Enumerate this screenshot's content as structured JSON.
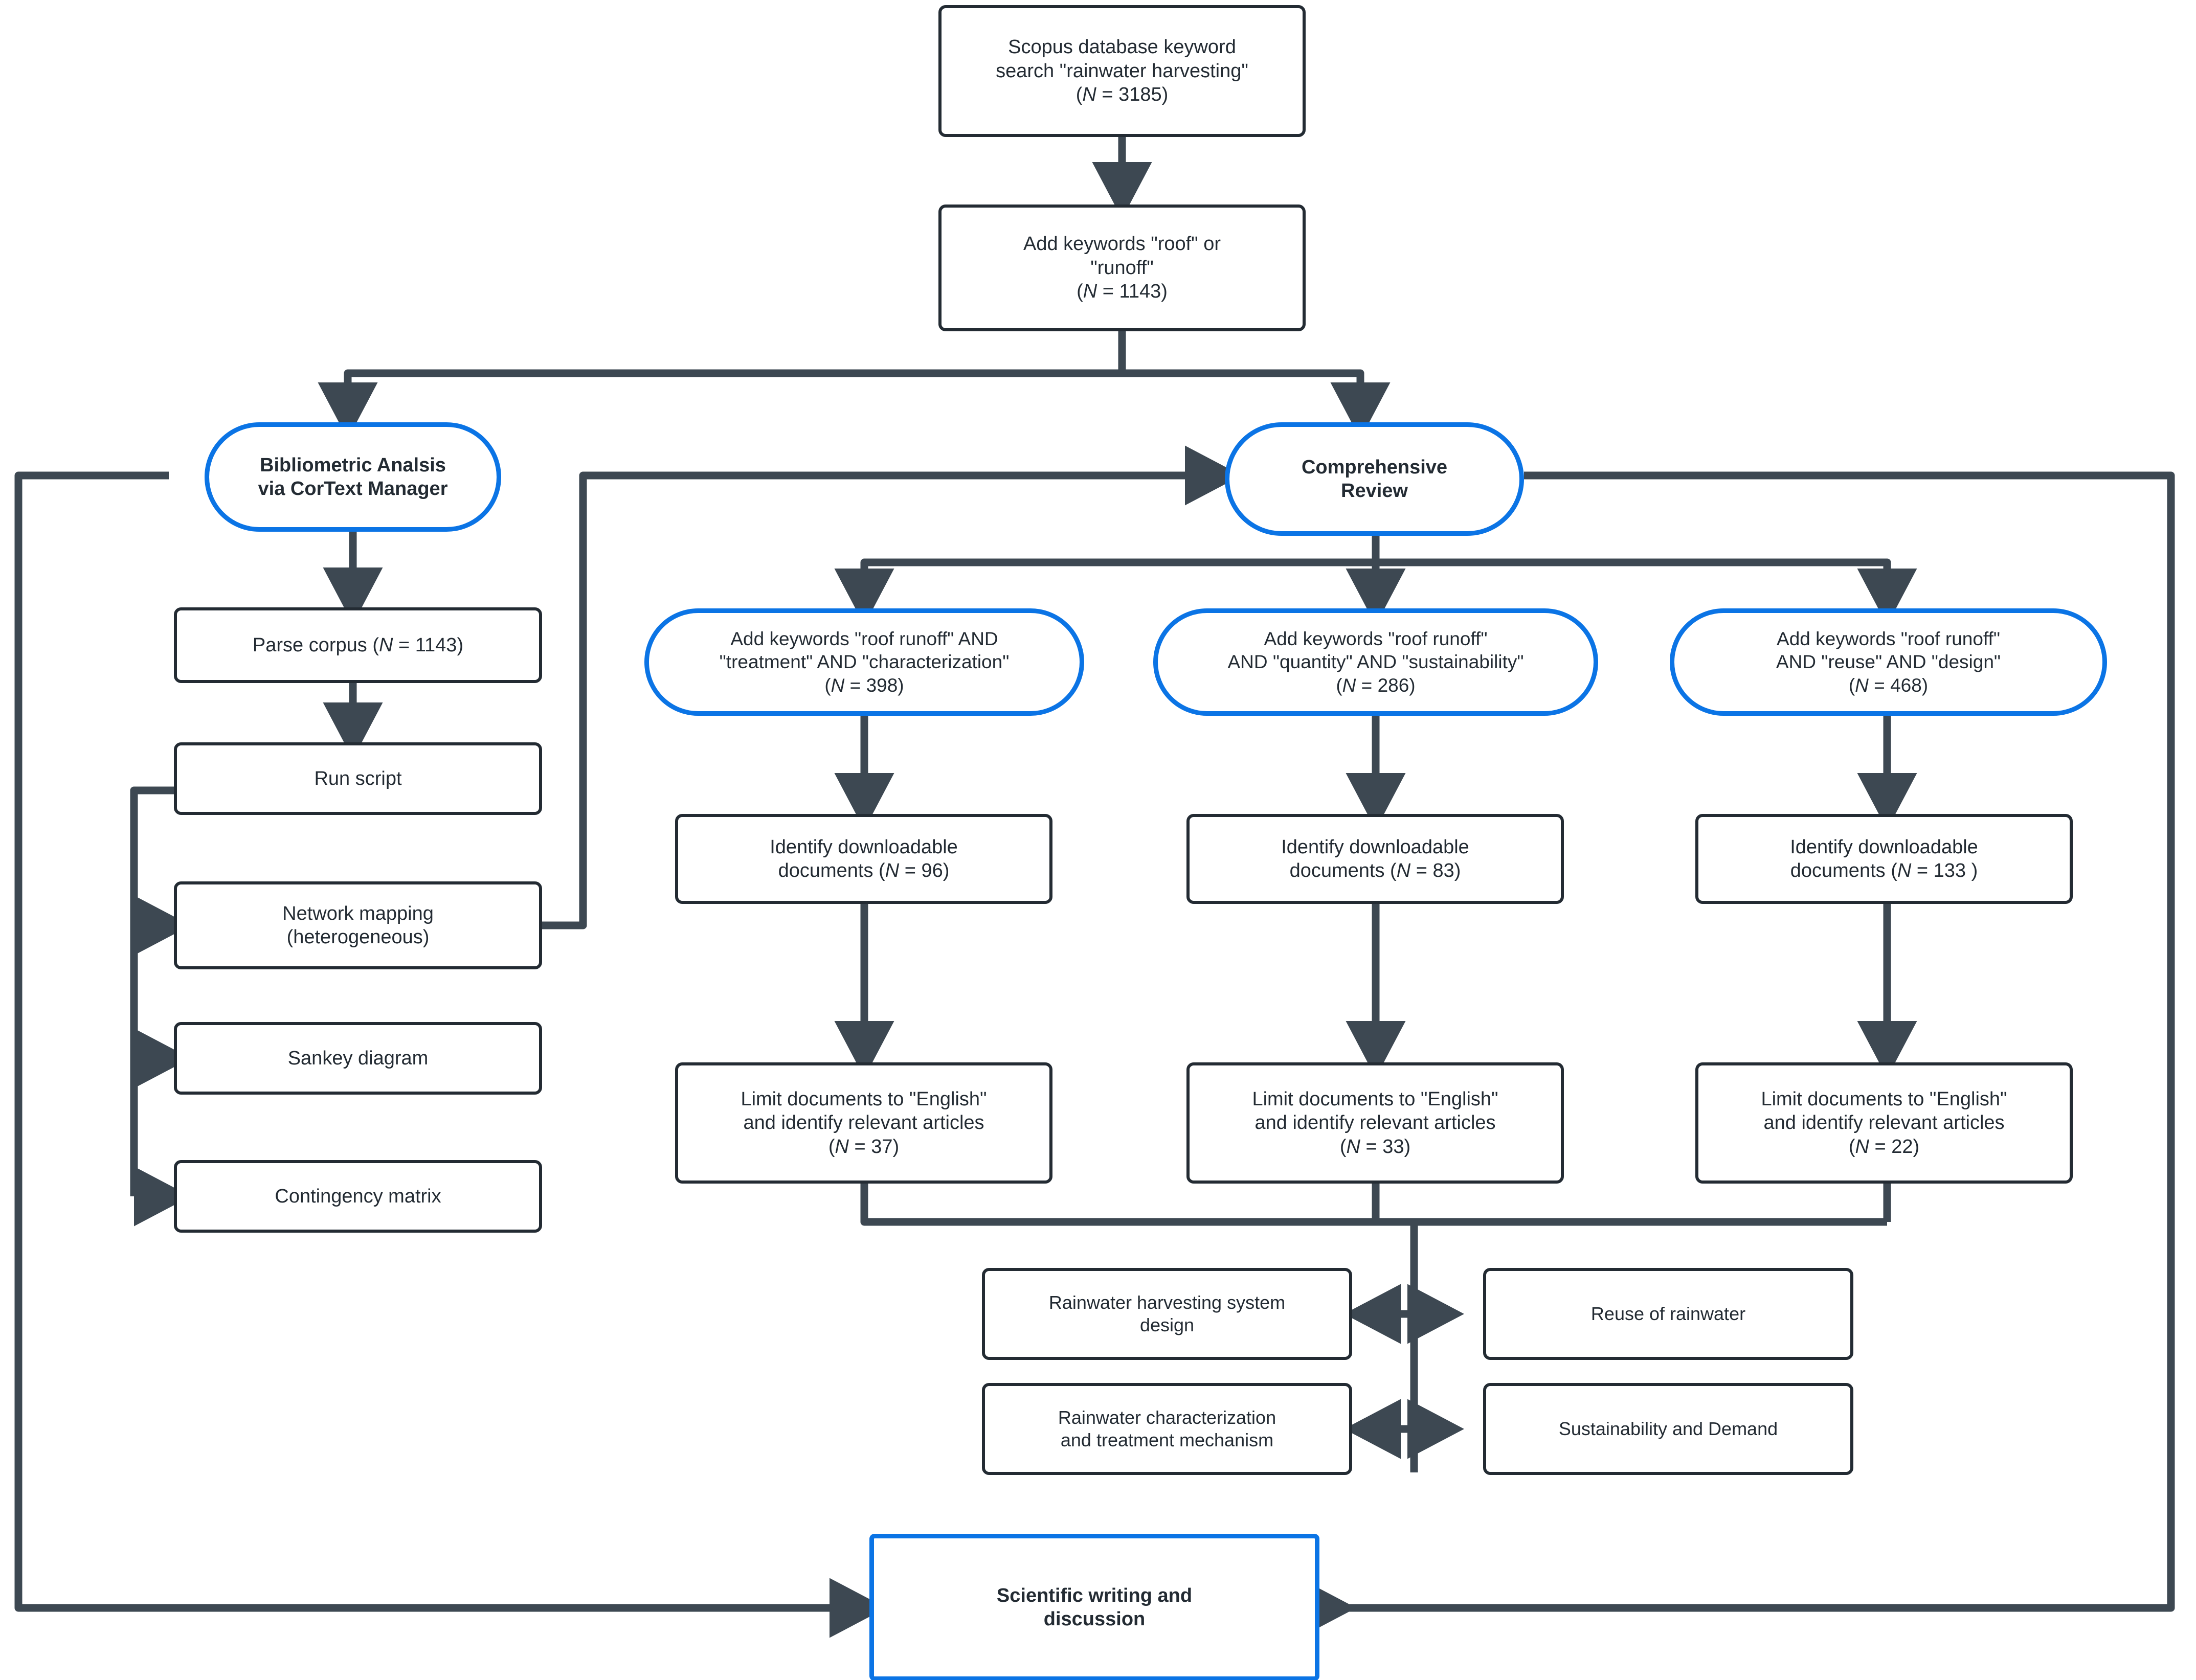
{
  "diagram": {
    "title": "Rainwater harvesting literature review methodology flowchart",
    "colors": {
      "node_stroke": "#232b33",
      "accent_stroke": "#0b74e5",
      "edge": "#3d4852",
      "background": "#ffffff",
      "text": "#232b33"
    }
  },
  "nodes": {
    "scopus_search": {
      "line1": "Scopus database keyword",
      "line2": "search \"rainwater harvesting\"",
      "n_prefix": "(",
      "n_symbol": "N",
      "n_value": " = 3185)"
    },
    "add_roof_runoff": {
      "line1": "Add keywords \"roof\" or",
      "line2": "\"runoff\"",
      "n_prefix": "(",
      "n_symbol": "N",
      "n_value": " = 1143)"
    },
    "bibliometric": {
      "line1": "Bibliometric Analsis",
      "line2": "via CorText Manager"
    },
    "comprehensive_review": {
      "line1": "Comprehensive",
      "line2": "Review"
    },
    "parse_corpus": {
      "text_a": "Parse corpus (",
      "n_symbol": "N",
      "text_b": " = 1143)"
    },
    "run_script": {
      "label": "Run script"
    },
    "network_mapping": {
      "line1": "Network mapping",
      "line2": "(heterogeneous)"
    },
    "sankey": {
      "label": "Sankey diagram"
    },
    "contingency": {
      "label": "Contingency matrix"
    },
    "kw_treatment": {
      "line1": "Add keywords \"roof runoff\" AND",
      "line2": "\"treatment\" AND \"characterization\"",
      "n_prefix": "(",
      "n_symbol": "N",
      "n_value": " = 398)"
    },
    "kw_quantity": {
      "line1": "Add keywords \"roof runoff\"",
      "line2": "AND \"quantity\" AND \"sustainability\"",
      "n_prefix": "(",
      "n_symbol": "N",
      "n_value": " = 286)"
    },
    "kw_reuse": {
      "line1": "Add keywords \"roof runoff\"",
      "line2": "AND \"reuse\" AND \"design\"",
      "n_prefix": "(",
      "n_symbol": "N",
      "n_value": " = 468)"
    },
    "downloadable_1": {
      "line1": "Identify downloadable",
      "text_a": "documents (",
      "n_symbol": "N",
      "text_b": " = 96)"
    },
    "downloadable_2": {
      "line1": "Identify downloadable",
      "text_a": "documents (",
      "n_symbol": "N",
      "text_b": " = 83)"
    },
    "downloadable_3": {
      "line1": "Identify downloadable",
      "text_a": "documents (",
      "n_symbol": "N",
      "text_b": " = 133 )"
    },
    "limit_1": {
      "line1": "Limit documents to \"English\"",
      "line2": "and identify relevant articles",
      "n_prefix": "(",
      "n_symbol": "N",
      "n_value": " = 37)"
    },
    "limit_2": {
      "line1": "Limit documents to \"English\"",
      "line2": "and identify relevant articles",
      "n_prefix": "(",
      "n_symbol": "N",
      "n_value": " = 33)"
    },
    "limit_3": {
      "line1": "Limit documents to \"English\"",
      "line2": "and identify relevant articles",
      "n_prefix": "(",
      "n_symbol": "N",
      "n_value": " = 22)"
    },
    "theme_design": {
      "line1": "Rainwater harvesting system",
      "line2": "design"
    },
    "theme_reuse": {
      "label": "Reuse of rainwater"
    },
    "theme_characterization": {
      "line1": "Rainwater characterization",
      "line2": "and treatment mechanism"
    },
    "theme_sustainability": {
      "label": "Sustainability and Demand"
    },
    "scientific_writing": {
      "line1": "Scientific writing and",
      "line2": "discussion"
    }
  },
  "chart_data": {
    "type": "diagram",
    "title": "Rainwater harvesting review methodology",
    "flow_counts": {
      "scopus_initial": 3185,
      "after_roof_runoff": 1143,
      "parse_corpus": 1143,
      "treatment_characterization": 398,
      "quantity_sustainability": 286,
      "reuse_design": 468,
      "downloadable_treatment": 96,
      "downloadable_quantity": 83,
      "downloadable_reuse": 133,
      "english_treatment": 37,
      "english_quantity": 33,
      "english_reuse": 22
    },
    "edges": [
      "scopus_search -> add_roof_runoff",
      "add_roof_runoff -> bibliometric",
      "add_roof_runoff -> comprehensive_review",
      "bibliometric -> parse_corpus",
      "parse_corpus -> run_script",
      "run_script -> network_mapping",
      "run_script -> sankey",
      "run_script -> contingency",
      "network_mapping -> comprehensive_review",
      "bibliometric -> scientific_writing",
      "comprehensive_review -> kw_treatment",
      "comprehensive_review -> kw_quantity",
      "comprehensive_review -> kw_reuse",
      "kw_treatment -> downloadable_1 -> limit_1",
      "kw_quantity -> downloadable_2 -> limit_2",
      "kw_reuse -> downloadable_3 -> limit_3",
      "limit_1 + limit_2 + limit_3 -> themes",
      "theme_design <-> theme_reuse",
      "theme_characterization <-> theme_sustainability",
      "comprehensive_review -> scientific_writing"
    ]
  }
}
